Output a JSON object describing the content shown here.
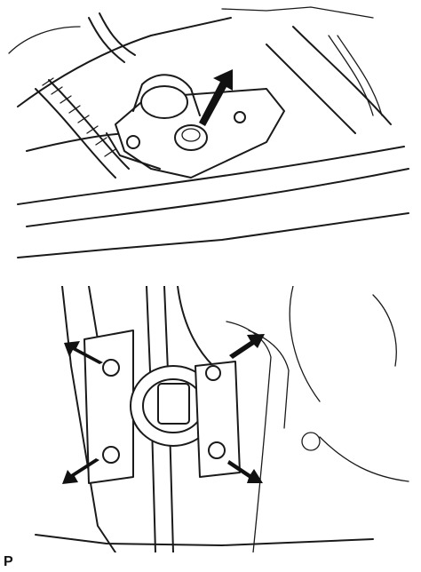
{
  "figure_code": "P",
  "panels": [
    {
      "name": "top-view",
      "arrow_count": 1
    },
    {
      "name": "bottom-view",
      "arrow_count": 4
    }
  ],
  "colors": {
    "line": "#1a1a1a",
    "arrow": "#111111",
    "background": "#ffffff"
  },
  "icons": [
    "bolt-icon",
    "arrow-icon"
  ]
}
